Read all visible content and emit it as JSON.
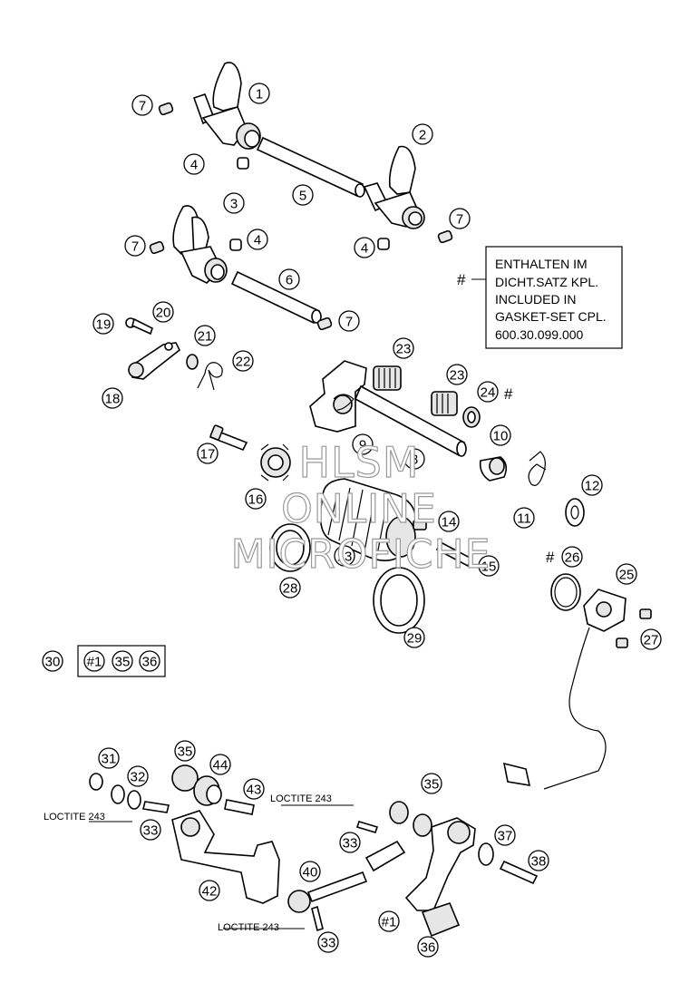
{
  "note": {
    "lines": [
      "ENTHALTEN IM",
      "DICHT.SATZ KPL.",
      "INCLUDED IN",
      "GASKET-SET CPL.",
      "600.30.099.000"
    ],
    "marker": "#"
  },
  "labels": {
    "loctite_1": "LOCTITE 243",
    "loctite_2": "LOCTITE 243",
    "loctite_3": "LOCTITE 243"
  },
  "hash_markers": {
    "part_24": "#",
    "part_26": "#"
  },
  "watermark": {
    "line1": "HLSM",
    "line2": "ONLINE",
    "line3": "MICROFICHE"
  },
  "kit": {
    "number": "30",
    "contents": [
      "#1",
      "35",
      "36"
    ]
  },
  "callouts": [
    {
      "n": "1"
    },
    {
      "n": "2"
    },
    {
      "n": "3"
    },
    {
      "n": "4"
    },
    {
      "n": "4"
    },
    {
      "n": "4"
    },
    {
      "n": "5"
    },
    {
      "n": "6"
    },
    {
      "n": "7"
    },
    {
      "n": "7"
    },
    {
      "n": "7"
    },
    {
      "n": "7"
    },
    {
      "n": "8"
    },
    {
      "n": "9"
    },
    {
      "n": "10"
    },
    {
      "n": "11"
    },
    {
      "n": "12"
    },
    {
      "n": "13"
    },
    {
      "n": "14"
    },
    {
      "n": "15"
    },
    {
      "n": "16"
    },
    {
      "n": "17"
    },
    {
      "n": "18"
    },
    {
      "n": "19"
    },
    {
      "n": "20"
    },
    {
      "n": "21"
    },
    {
      "n": "22"
    },
    {
      "n": "23"
    },
    {
      "n": "23"
    },
    {
      "n": "24"
    },
    {
      "n": "25"
    },
    {
      "n": "26"
    },
    {
      "n": "27"
    },
    {
      "n": "28"
    },
    {
      "n": "29"
    },
    {
      "n": "31"
    },
    {
      "n": "32"
    },
    {
      "n": "33"
    },
    {
      "n": "33"
    },
    {
      "n": "33"
    },
    {
      "n": "35"
    },
    {
      "n": "35"
    },
    {
      "n": "36"
    },
    {
      "n": "37"
    },
    {
      "n": "38"
    },
    {
      "n": "40"
    },
    {
      "n": "42"
    },
    {
      "n": "43"
    },
    {
      "n": "44"
    },
    {
      "n": "#1"
    }
  ]
}
